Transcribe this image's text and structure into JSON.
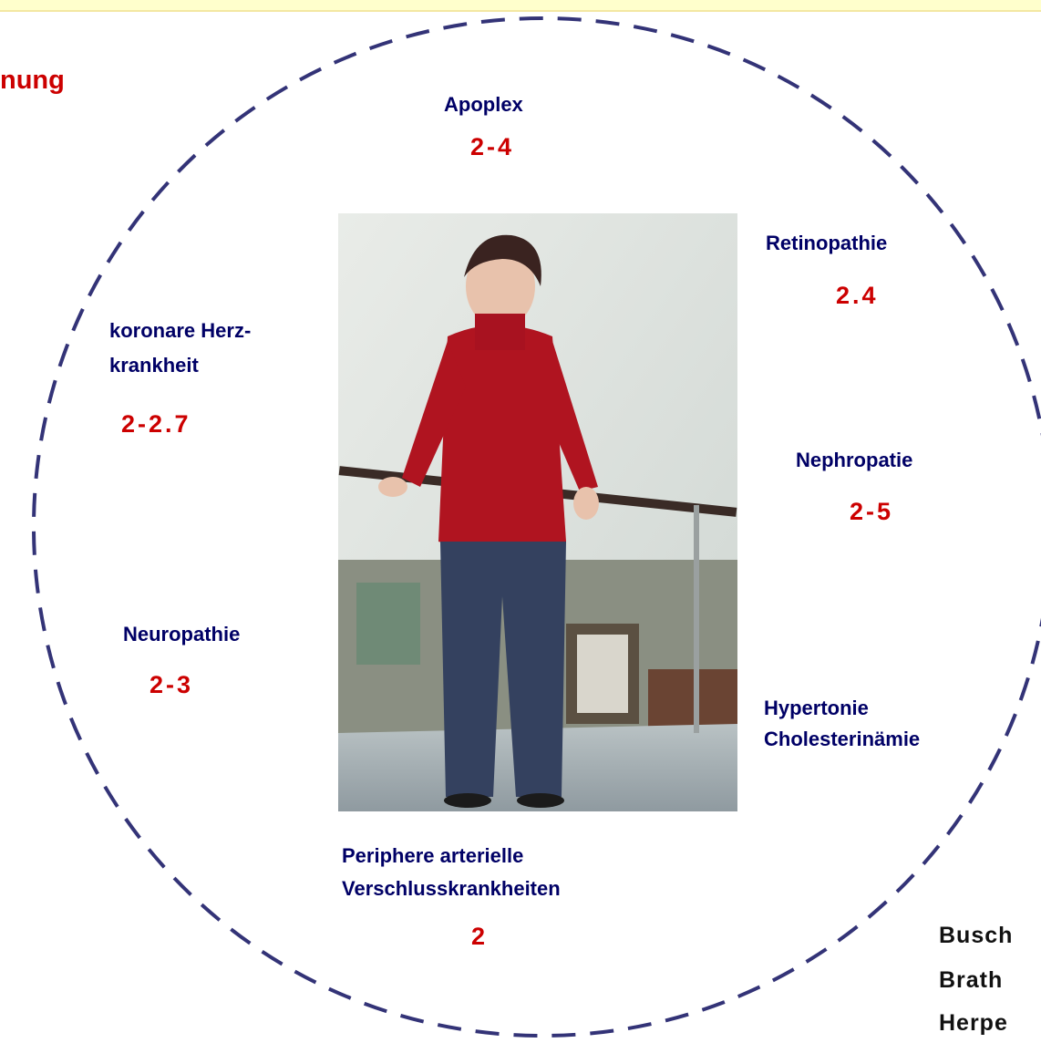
{
  "heading": "nung",
  "center_photo": {
    "description_icon": "woman-standing-photo"
  },
  "diagram": {
    "items": [
      {
        "id": "apoplex",
        "label": "Apoplex",
        "value": "2-4"
      },
      {
        "id": "retinopathie",
        "label": "Retinopathie",
        "value": "2.4"
      },
      {
        "id": "nephropatie",
        "label": "Nephropatie",
        "value": "2-5"
      },
      {
        "id": "hypertonie",
        "label_lines": [
          "Hypertonie",
          "Cholesterinämie"
        ]
      },
      {
        "id": "pavk",
        "label_lines": [
          "Periphere arterielle",
          "Verschlusskrankheiten"
        ],
        "value": "2"
      },
      {
        "id": "neuropathie",
        "label": "Neuropathie",
        "value": "2-3"
      },
      {
        "id": "khk",
        "label_lines": [
          "koronare Herz-",
          "krankheit"
        ],
        "value": "2-2.7"
      }
    ]
  },
  "references": [
    "Busch",
    "Brath",
    "Herpe"
  ],
  "colors": {
    "label": "#000066",
    "value": "#cc0000",
    "ring": "#333377",
    "banner": "#ffffcc"
  }
}
